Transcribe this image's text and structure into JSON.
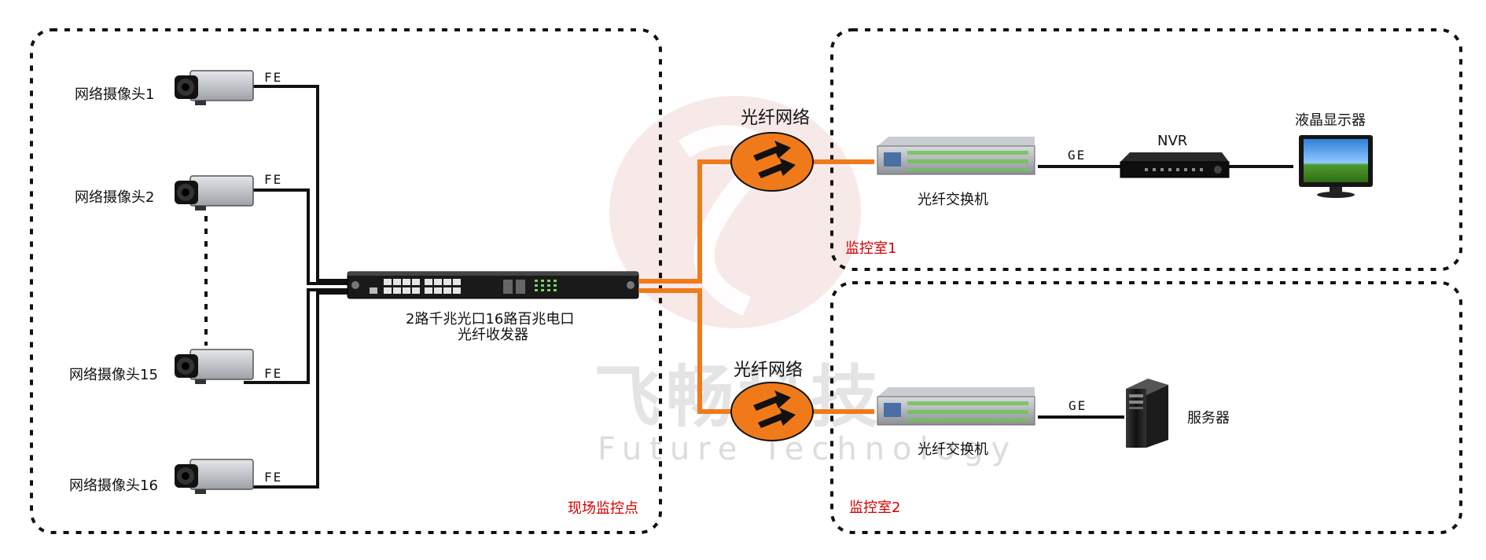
{
  "zones": {
    "site": "现场监控点",
    "room1": "监控室1",
    "room2": "监控室2"
  },
  "cameras": [
    {
      "label": "网络摄像头1",
      "link": "FE"
    },
    {
      "label": "网络摄像头2",
      "link": "FE"
    },
    {
      "label": "网络摄像头15",
      "link": "FE"
    },
    {
      "label": "网络摄像头16",
      "link": "FE"
    }
  ],
  "transceiver": {
    "line1": "2路千兆光口16路百兆电口",
    "line2": "光纤收发器"
  },
  "networks": {
    "top": "光纤网络",
    "bottom": "光纤网络"
  },
  "room1": {
    "switch": "光纤交换机",
    "link1": "GE",
    "nvr": "NVR",
    "monitor": "液晶显示器"
  },
  "room2": {
    "switch": "光纤交换机",
    "link1": "GE",
    "server": "服务器"
  },
  "watermark": {
    "cn": "飞畅科技",
    "en": "Future Technology"
  },
  "colors": {
    "fiber": "#f07a1a",
    "copper": "#111111",
    "zone_label": "#d40000",
    "cloud": "#f07a1a"
  }
}
